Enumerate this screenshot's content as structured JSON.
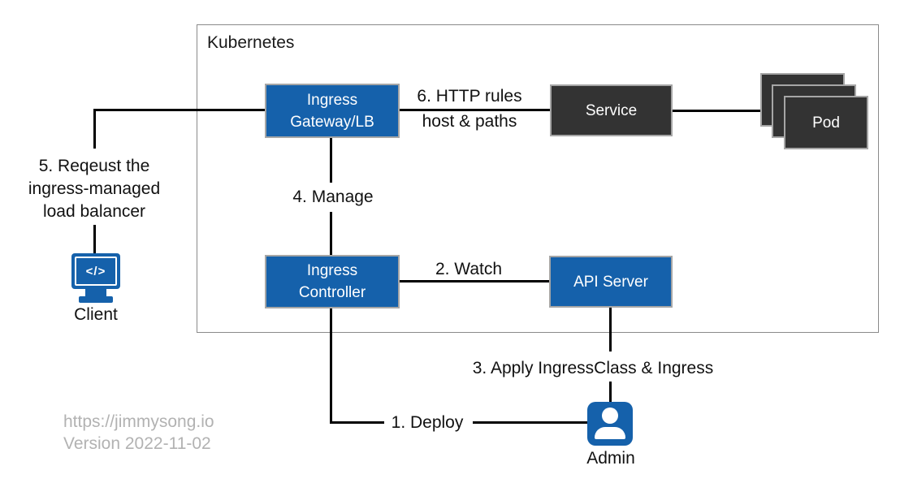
{
  "colors": {
    "primary_blue": "#1561ab",
    "node_dark": "#333333",
    "connector_black": "#000000",
    "boundary_gray": "#8a8a8a",
    "watermark_gray": "#b2b2b2"
  },
  "kubernetes": {
    "title": "Kubernetes"
  },
  "nodes": {
    "ingress_gateway": "Ingress\nGateway/LB",
    "service": "Service",
    "pod": "Pod",
    "ingress_controller": "Ingress\nController",
    "api_server": "API Server",
    "client_label": "Client",
    "client_glyph": "</>",
    "admin_label": "Admin"
  },
  "annotations": {
    "step1": "1. Deploy",
    "step2": "2. Watch",
    "step3": "3. Apply IngressClass & Ingress",
    "step4": "4. Manage",
    "step5": "5. Reqeust the\ningress-managed\nload balancer",
    "step6": "6. HTTP rules\nhost & paths"
  },
  "icons": {
    "client": "monitor-code-icon",
    "admin": "person-badge-icon"
  },
  "watermark": {
    "line1": "https://jimmysong.io",
    "line2": "Version 2022-11-02"
  }
}
